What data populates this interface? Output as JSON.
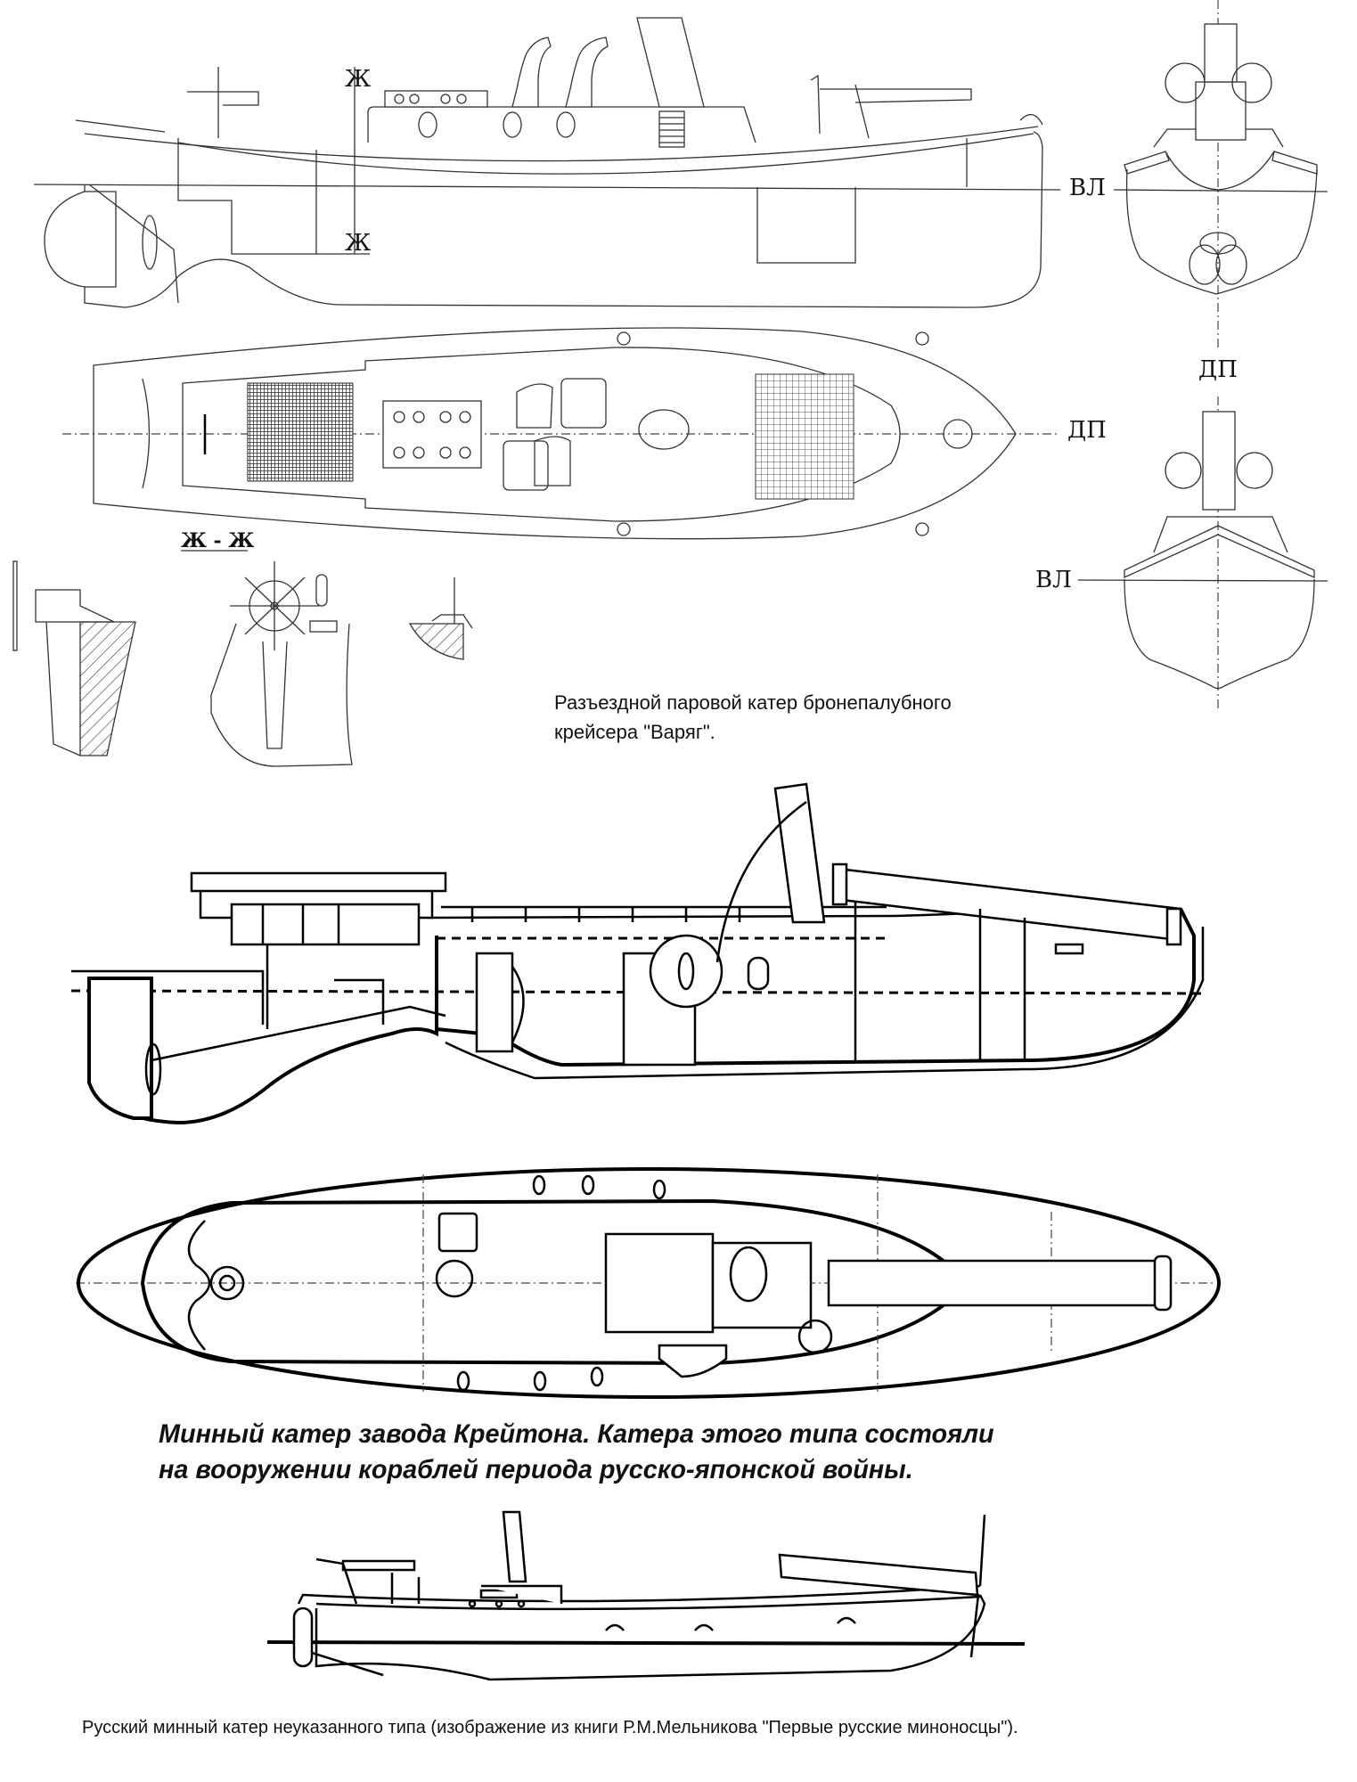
{
  "figure1": {
    "caption_line1": "Разъездной паровой катер бронепалубного",
    "caption_line2": "крейсера \"Варяг\".",
    "labels": {
      "section_mark_top": "Ж",
      "section_mark_bottom": "Ж",
      "waterline_stern": "ВЛ",
      "centerline_plan": "ДП",
      "centerline_bow": "ДП",
      "waterline_bow": "ВЛ",
      "section_title": "Ж - Ж"
    },
    "views": [
      "side-profile",
      "stern-view",
      "deck-plan",
      "bow-view",
      "section-Ж-Ж"
    ]
  },
  "figure2": {
    "caption_line1": "Минный катер завода Крейтона. Катера этого типа состояли",
    "caption_line2": "на вооружении кораблей периода русско-японской войны.",
    "views": [
      "side-profile",
      "deck-plan"
    ]
  },
  "figure3": {
    "caption": "Русский минный катер неуказанного типа (изображение из книги Р.М.Мельникова \"Первые русские миноносцы\").",
    "views": [
      "side-profile"
    ]
  }
}
